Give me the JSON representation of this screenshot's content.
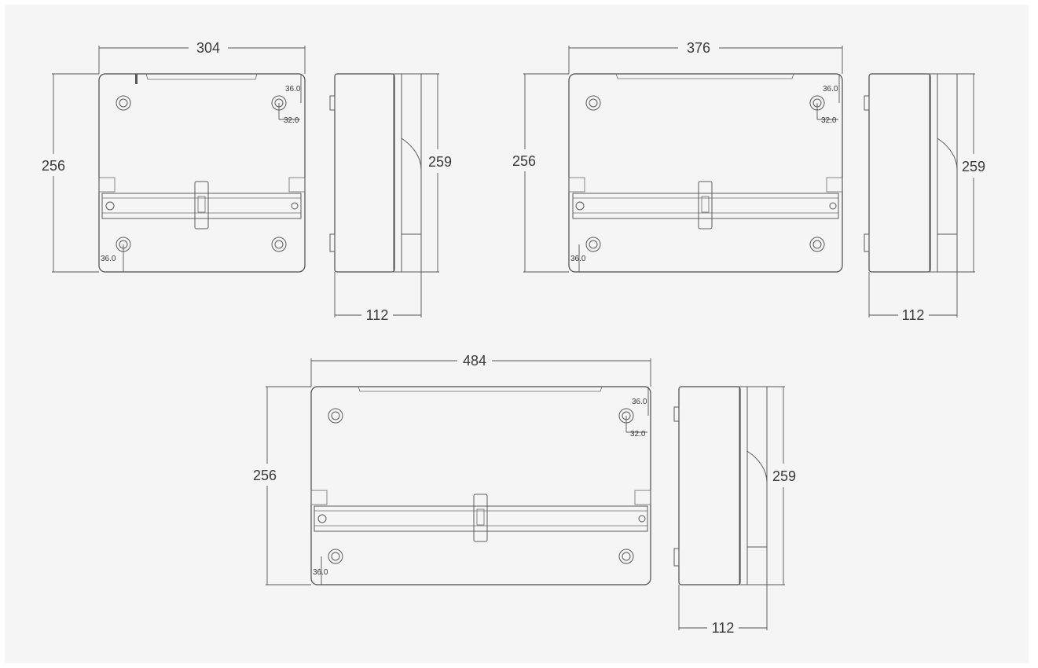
{
  "diagrams": [
    {
      "width": "304",
      "height": "256",
      "side_height": "259",
      "depth": "112",
      "hole_v": "36.0",
      "hole_h": "32.0",
      "hole_bottom": "36.0"
    },
    {
      "width": "376",
      "height": "256",
      "side_height": "259",
      "depth": "112",
      "hole_v": "36.0",
      "hole_h": "32.0",
      "hole_bottom": "36.0"
    },
    {
      "width": "484",
      "height": "256",
      "side_height": "259",
      "depth": "112",
      "hole_v": "36.0",
      "hole_h": "32.0",
      "hole_bottom": "36.0"
    }
  ]
}
